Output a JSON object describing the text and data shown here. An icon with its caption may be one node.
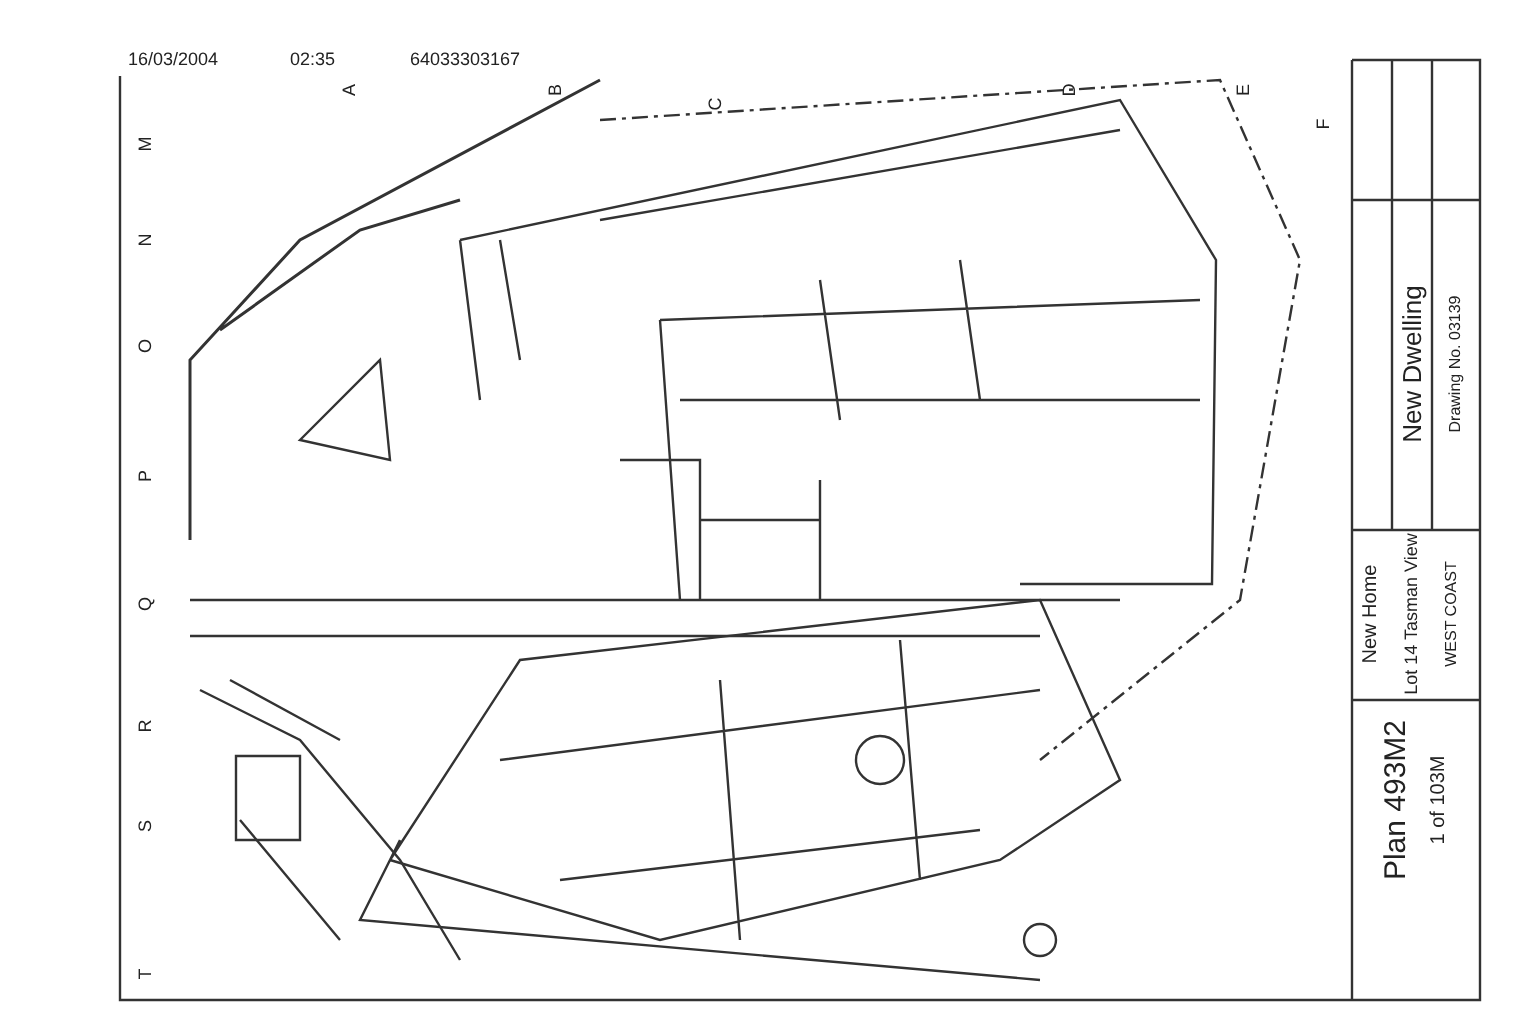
{
  "diagram": {
    "labels": [
      "16/03/2004",
      "02:35",
      "64033303167",
      "A",
      "B",
      "C",
      "D",
      "E",
      "F",
      "M",
      "N",
      "O",
      "P",
      "Q",
      "R",
      "S",
      "T",
      "New Dwelling",
      "Drawing No. 03139",
      "Plan 493M2",
      "1 of 103M",
      "New Home",
      "Lot 14 Tasman View",
      "WEST COAST"
    ]
  }
}
